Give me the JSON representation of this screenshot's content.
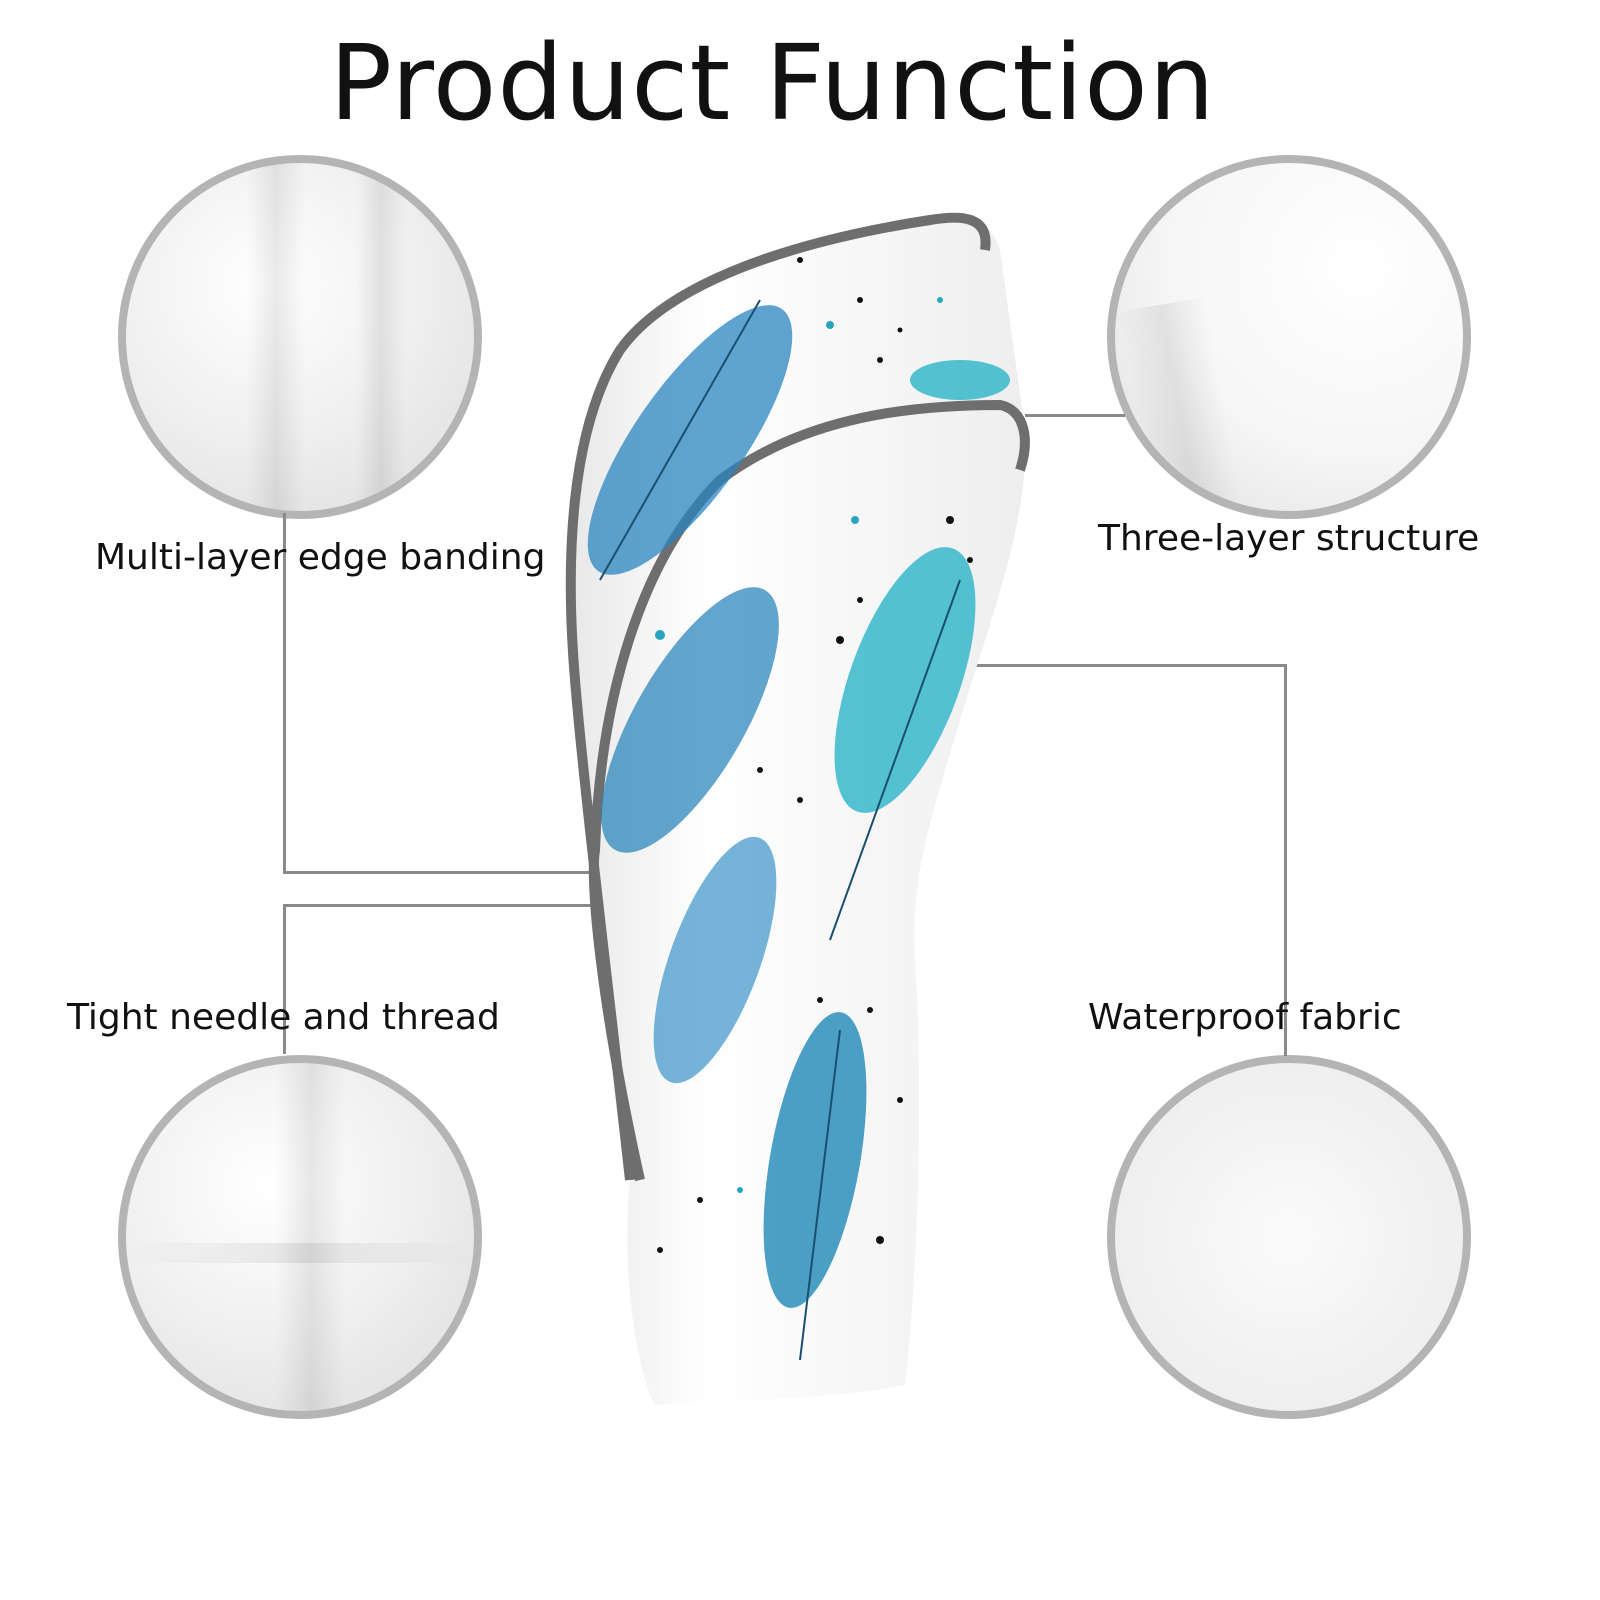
{
  "title": "Product Function",
  "features": [
    {
      "label": "Multi-layer edge banding"
    },
    {
      "label": "Three-layer structure"
    },
    {
      "label": "Tight needle and thread"
    },
    {
      "label": "Waterproof fabric"
    }
  ],
  "colors": {
    "circle_border": "#b4b4b4",
    "connector": "#8a8a8a",
    "piping": "#6e6e6e",
    "feather_blue": "#1f7fb8",
    "feather_teal": "#2bb4c8"
  }
}
